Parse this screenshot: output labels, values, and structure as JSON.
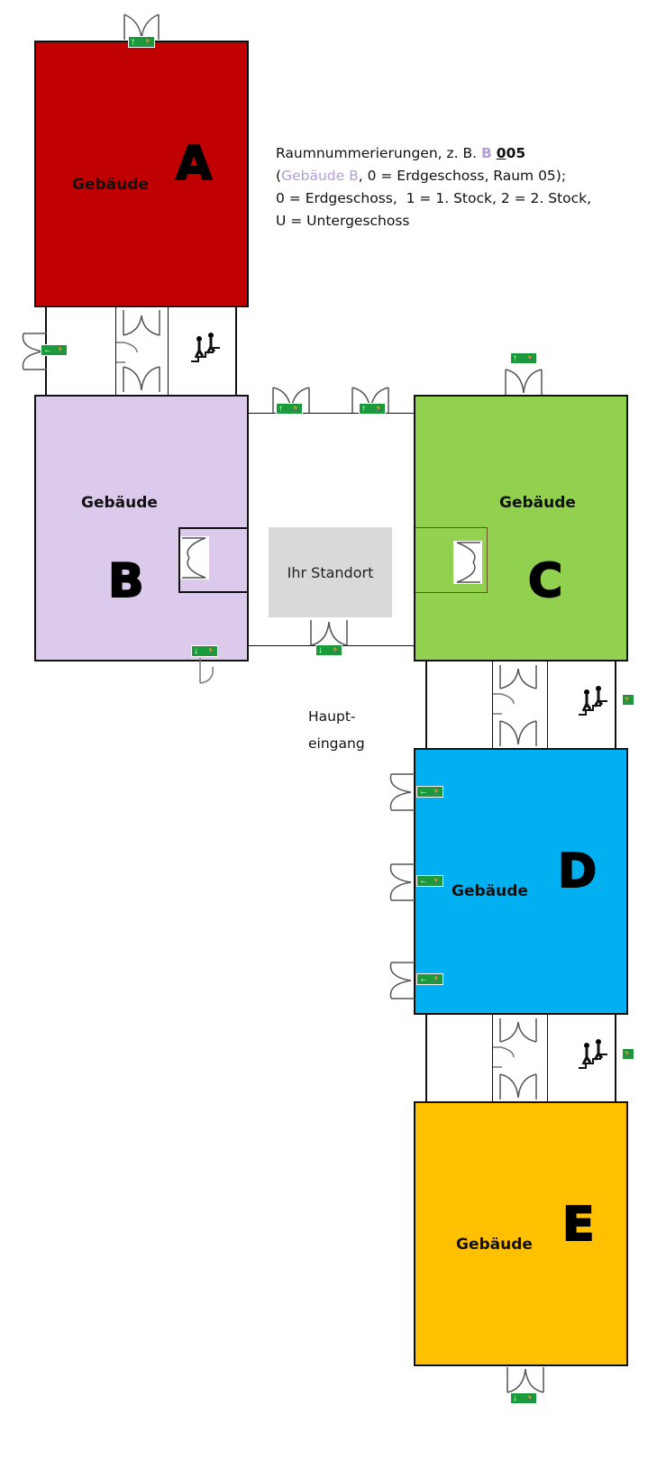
{
  "buildings": [
    {
      "letter": "A",
      "label": "Gebäude",
      "color": "#C00000"
    },
    {
      "letter": "B",
      "label": "Gebäude",
      "color": "#DCCAEC"
    },
    {
      "letter": "C",
      "label": "Gebäude",
      "color": "#92D050"
    },
    {
      "letter": "D",
      "label": "Gebäude",
      "color": "#00B0F0"
    },
    {
      "letter": "E",
      "label": "Gebäude",
      "color": "#FFC000"
    }
  ],
  "info": {
    "line1_prefix": "Raumnummerierungen, z. B. ",
    "line1_b": "B",
    "line1_num_u": "0",
    "line1_num_rest": "05",
    "line2_open": "(",
    "line2_b": "Gebäude B",
    "line2_rest": ", 0 = Erdgeschoss, Raum 05);",
    "line3": "0 = Erdgeschoss,  1 = 1. Stock, 2 = 2. Stock,",
    "line4": "U = Untergeschoss"
  },
  "location_label": "Ihr Standort",
  "main_entrance": {
    "line1": "Haupt-",
    "line2": "eingang"
  },
  "icons": {
    "exit_sign": "emergency-exit-sign-icon",
    "stairs": "stairs-icon",
    "door": "door-icon"
  },
  "arrows": {
    "up": "↑",
    "down": "↓",
    "left": "←",
    "runner": "🏃"
  },
  "accent_green": "#1A9A3A"
}
